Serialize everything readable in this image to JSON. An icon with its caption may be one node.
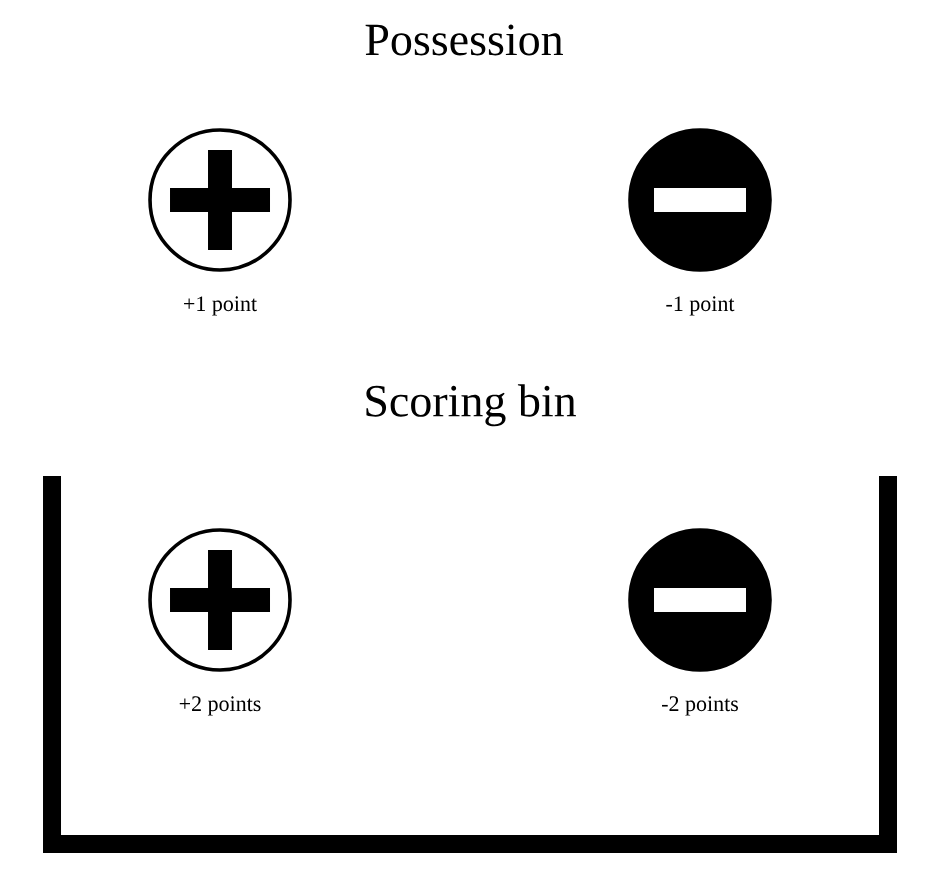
{
  "diagram": {
    "title": "Possession",
    "nodes": [
      {
        "text": [],
        "shape": "circle",
        "beside": [
          "+1 point"
        ]
      },
      {
        "text": [],
        "shape": "circle",
        "beside": [
          "-1 point"
        ]
      },
      {
        "text": [
          "Scoring bin"
        ]
      },
      {
        "text": [],
        "shape": "circle",
        "beside": [
          "+2 points"
        ],
        "in": 2
      },
      {
        "text": [],
        "shape": "circle",
        "beside": [
          "-2 points"
        ],
        "in": 2
      }
    ]
  }
}
